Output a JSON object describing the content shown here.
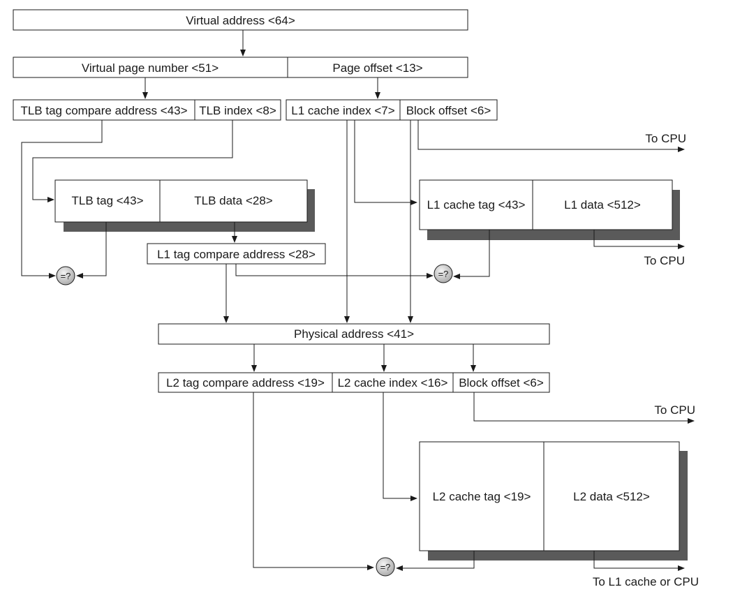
{
  "fields": {
    "virtual_address": "Virtual address <64>",
    "virtual_page_number": "Virtual page number <51>",
    "page_offset": "Page offset  <13>",
    "tlb_tag_compare": "TLB tag compare address <43>",
    "tlb_index": "TLB index <8>",
    "l1_cache_index": "L1 cache index <7>",
    "l1_block_offset": "Block offset  <6>",
    "tlb_tag": "TLB tag <43>",
    "tlb_data": "TLB data <28>",
    "l1_tag_compare": "L1 tag compare address <28>",
    "l1_cache_tag": "L1 cache tag <43>",
    "l1_data": "L1 data <512>",
    "physical_address": "Physical address <41>",
    "l2_tag_compare": "L2 tag compare address <19>",
    "l2_cache_index": "L2 cache index <16>",
    "l2_block_offset": "Block offset  <6>",
    "l2_cache_tag": "L2 cache tag <19>",
    "l2_data": "L2 data <512>"
  },
  "outputs": {
    "to_cpu_1": "To CPU",
    "to_cpu_2": "To CPU",
    "to_cpu_3": "To CPU",
    "to_l1_or_cpu": "To L1 cache or CPU"
  },
  "comparator_label": "=?"
}
